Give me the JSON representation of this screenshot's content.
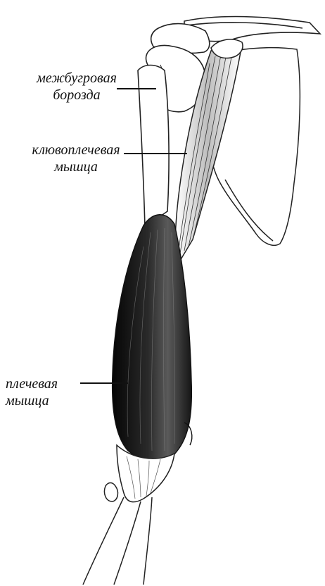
{
  "figure": {
    "labels": {
      "intertubercular_groove": {
        "line1": "межбугровая",
        "line2": "борозда"
      },
      "coracobrachialis": {
        "line1": "клювоплечевая",
        "line2": "мышца"
      },
      "brachialis": {
        "line1": "плечевая",
        "line2": "мышца"
      }
    },
    "colors": {
      "ink": "#111111",
      "background": "#ffffff",
      "muscle_dark": "#1a1a1a"
    }
  }
}
